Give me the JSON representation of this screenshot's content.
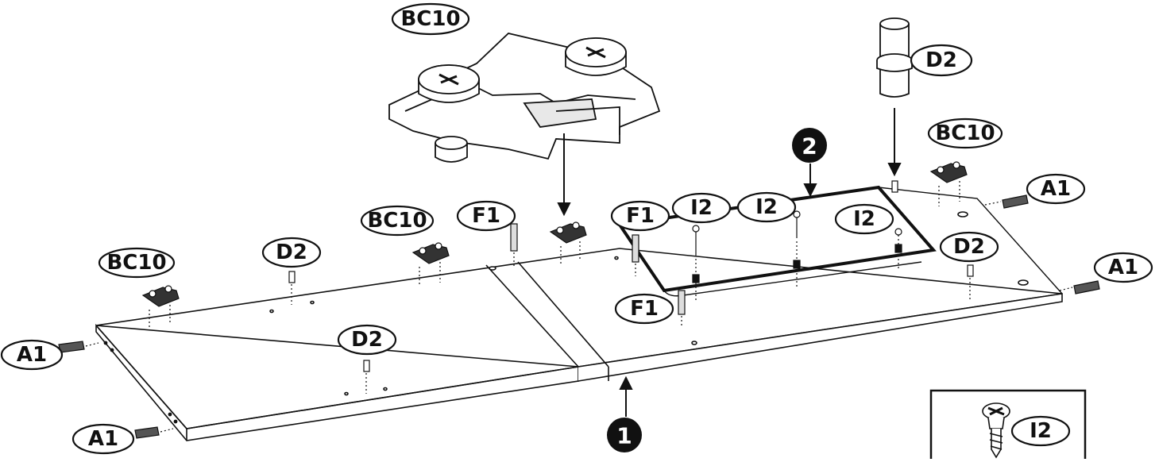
{
  "parts": {
    "bc10": "BC10",
    "d2": "D2",
    "a1": "A1",
    "f1": "F1",
    "i2": "I2"
  },
  "steps": {
    "one": "1",
    "two": "2"
  },
  "inset": {
    "part": "I2"
  },
  "colors": {
    "ink": "#111111",
    "paper": "#ffffff",
    "shade": "#cfcfcf"
  }
}
